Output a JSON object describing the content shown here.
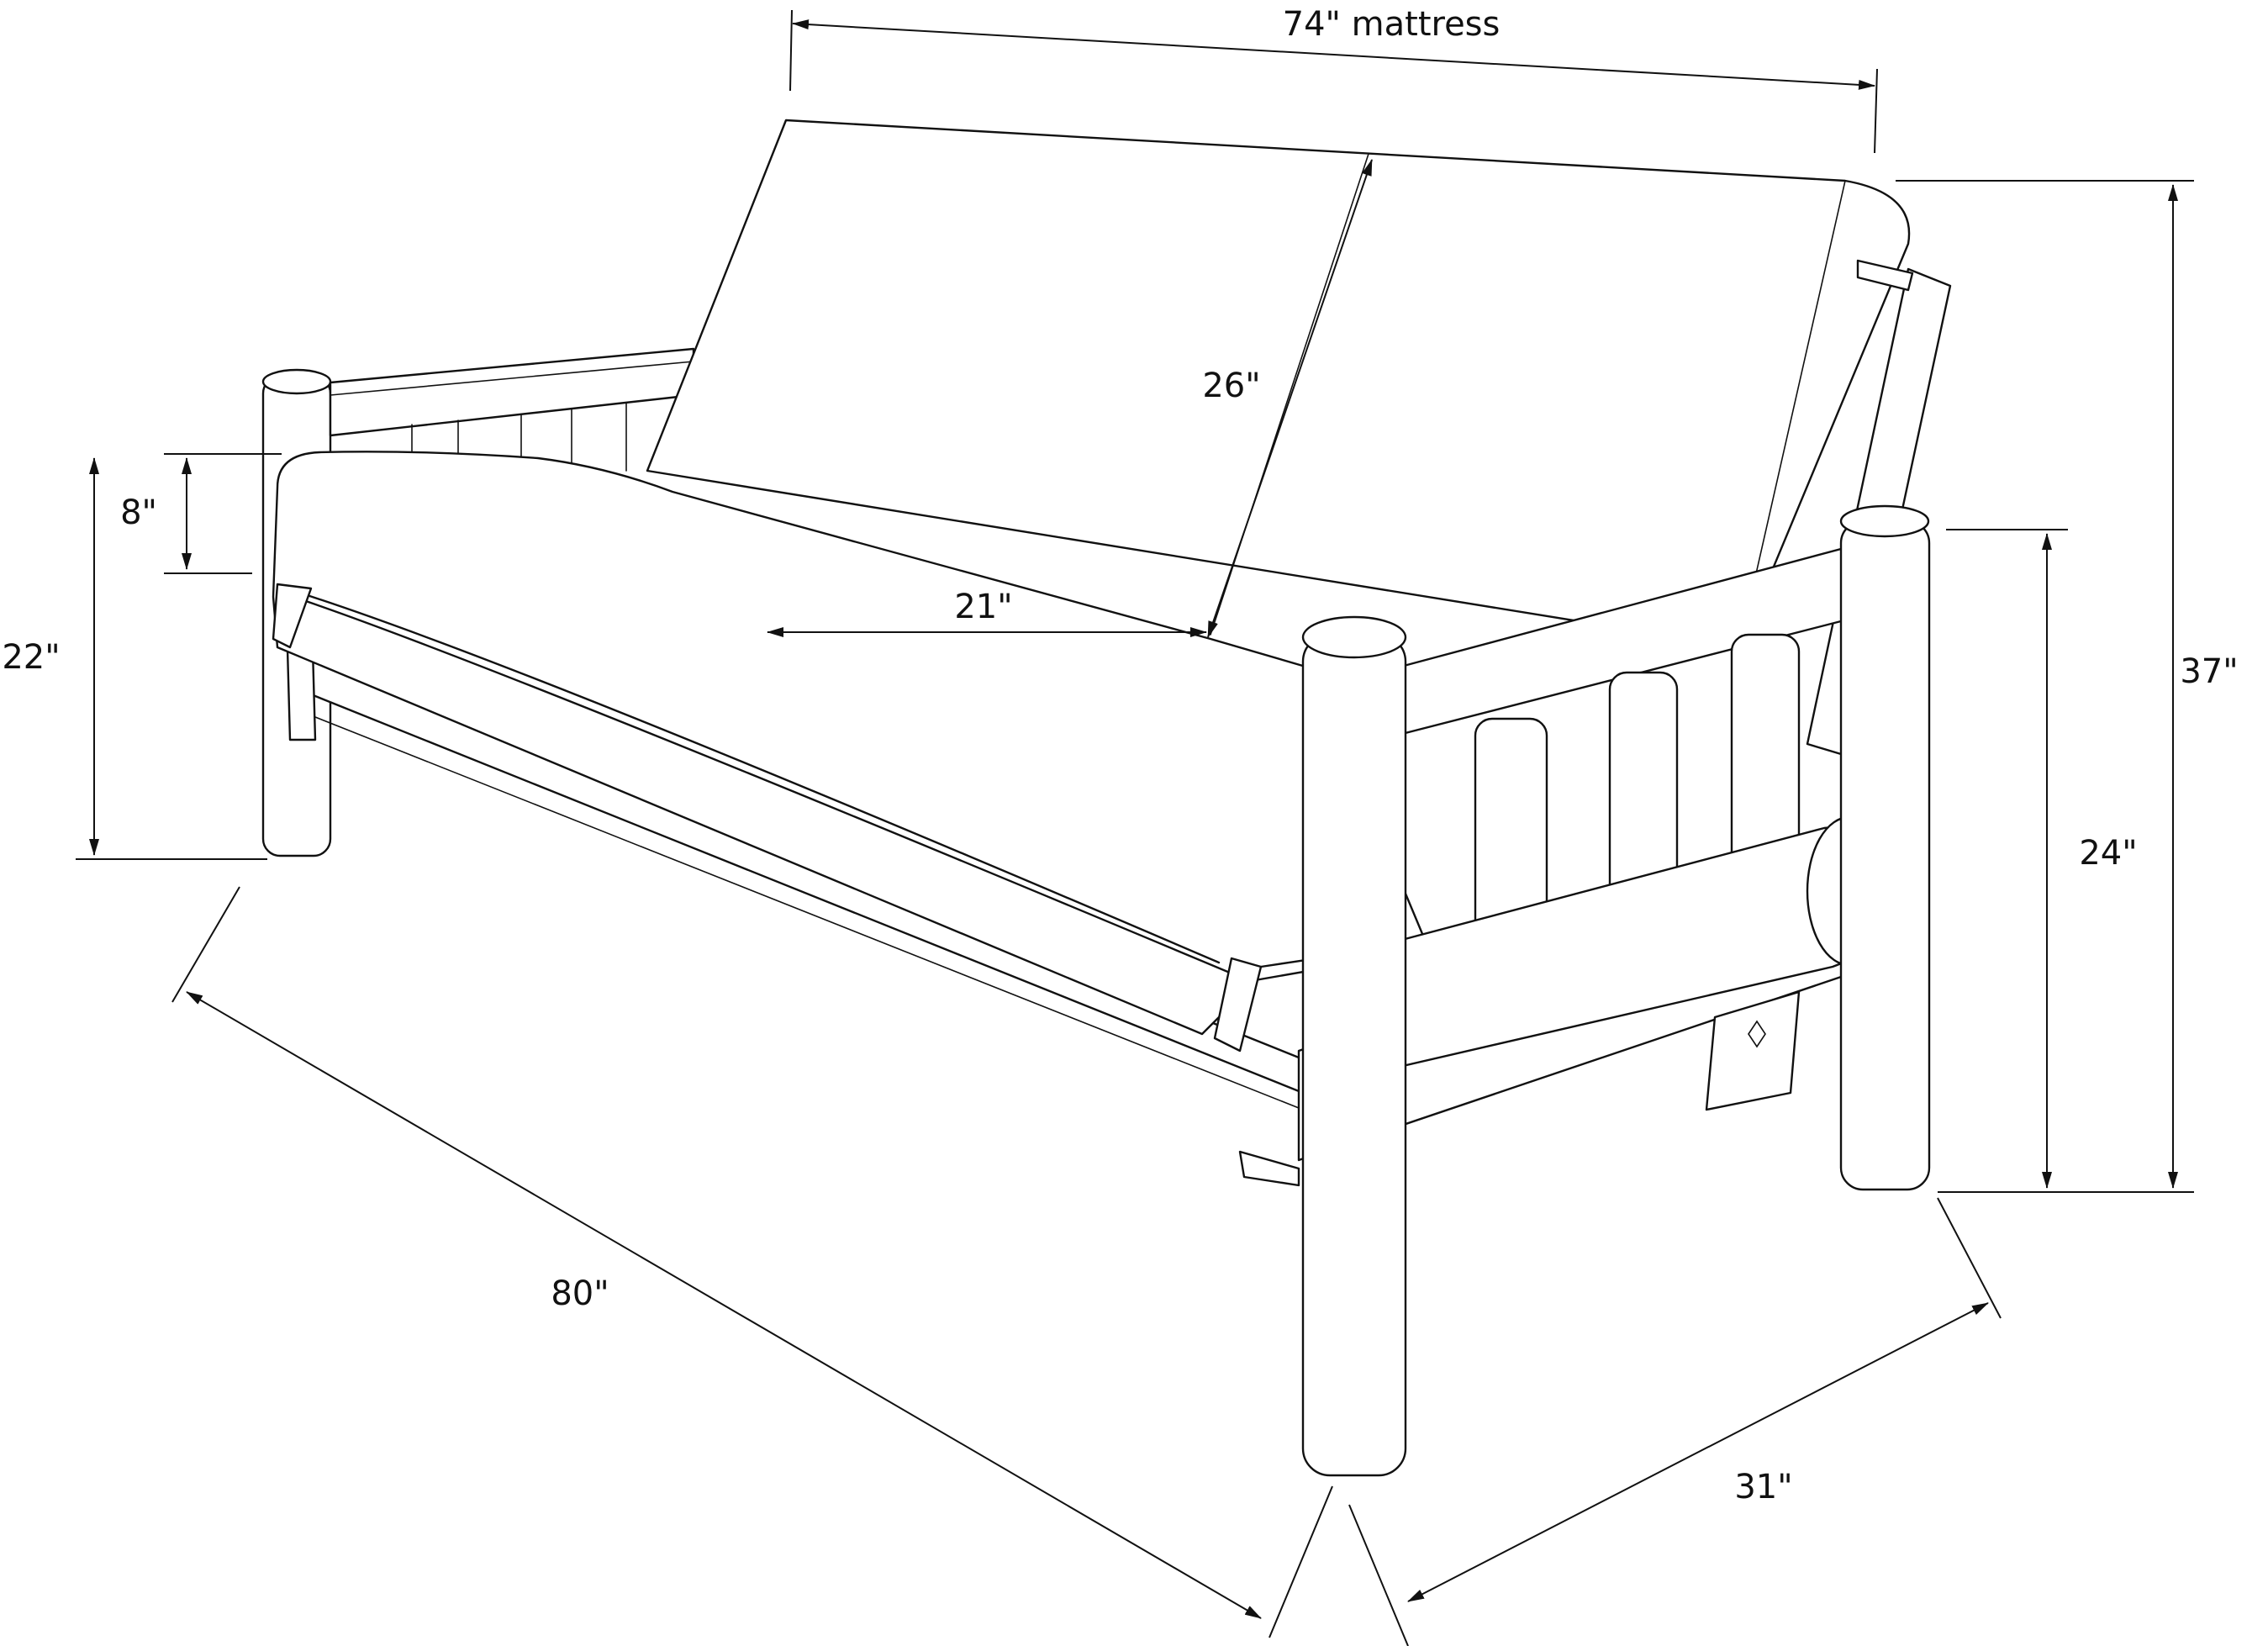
{
  "colors": {
    "line": "#111111",
    "background": "#ffffff"
  },
  "dimensions": {
    "mattress_width": "74\" mattress",
    "back_height": "26\"",
    "seat_depth": "21\"",
    "cushion_thickness": "8\"",
    "seat_height": "22\"",
    "overall_height": "37\"",
    "arm_height": "24\"",
    "overall_width": "80\"",
    "overall_depth": "31\""
  }
}
